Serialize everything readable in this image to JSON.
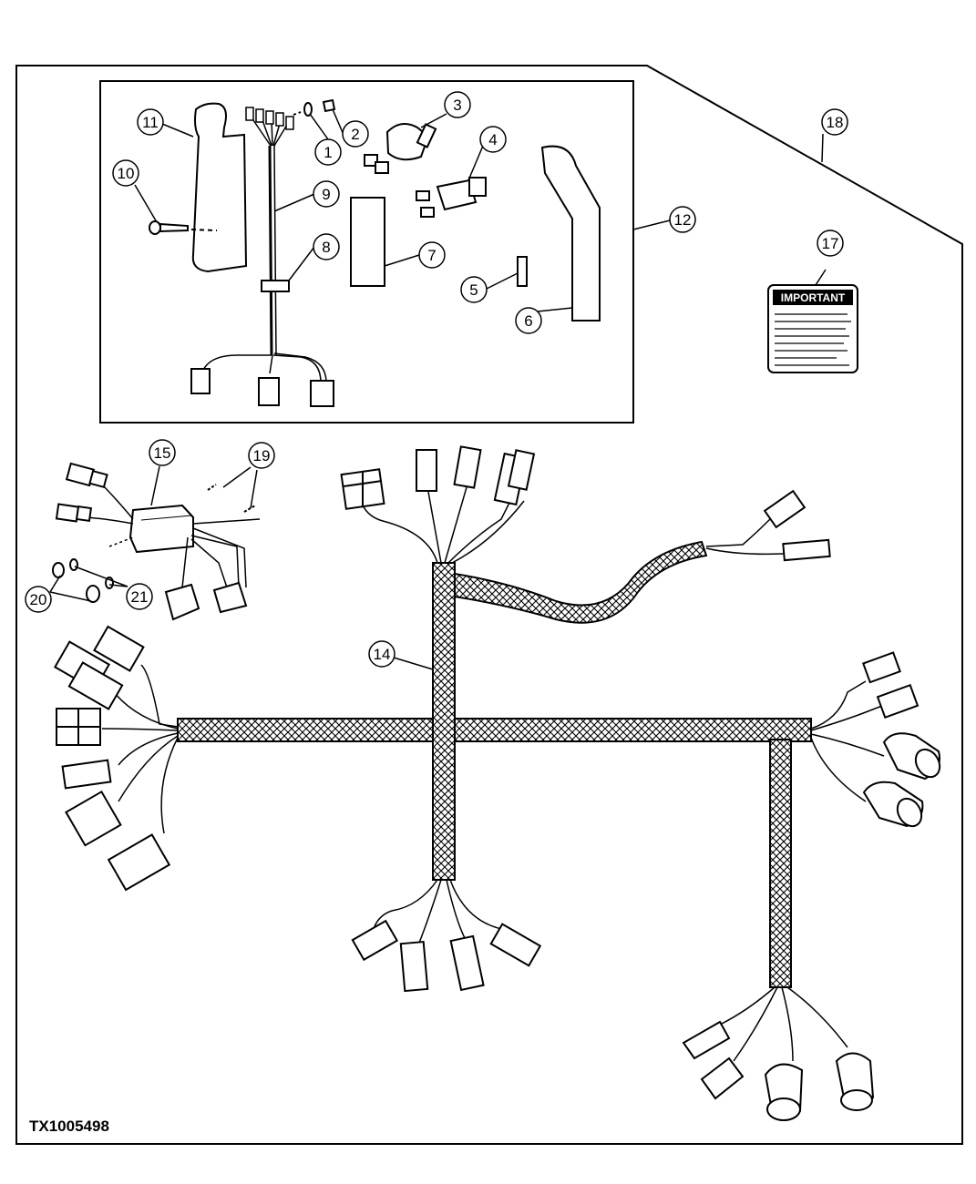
{
  "figure_id": "TX1005498",
  "decal": {
    "title": "IMPORTANT"
  },
  "callouts": [
    {
      "id": "c1",
      "label": "1"
    },
    {
      "id": "c2",
      "label": "2"
    },
    {
      "id": "c3",
      "label": "3"
    },
    {
      "id": "c4",
      "label": "4"
    },
    {
      "id": "c5",
      "label": "5"
    },
    {
      "id": "c6",
      "label": "6"
    },
    {
      "id": "c7",
      "label": "7"
    },
    {
      "id": "c8",
      "label": "8"
    },
    {
      "id": "c9",
      "label": "9"
    },
    {
      "id": "c10",
      "label": "10"
    },
    {
      "id": "c11",
      "label": "11"
    },
    {
      "id": "c12",
      "label": "12"
    },
    {
      "id": "c14",
      "label": "14"
    },
    {
      "id": "c15",
      "label": "15"
    },
    {
      "id": "c17",
      "label": "17"
    },
    {
      "id": "c18",
      "label": "18"
    },
    {
      "id": "c19",
      "label": "19"
    },
    {
      "id": "c20",
      "label": "20"
    },
    {
      "id": "c21",
      "label": "21"
    }
  ]
}
